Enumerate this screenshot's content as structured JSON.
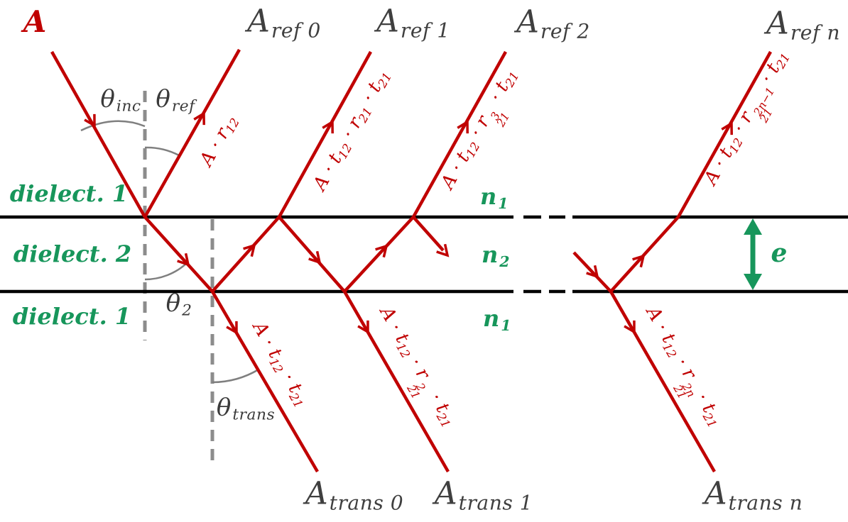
{
  "figure": {
    "title_hint": "Multiple-beam reflection and transmission in a dielectric slab",
    "colors": {
      "ray_red": "#c00000",
      "label_gray": "#3f3f3f",
      "medium_green": "#17965b",
      "interface_black": "#000000",
      "normal_dash_gray": "#8c8c8c",
      "angle_arc_gray": "#7f7f7f"
    }
  },
  "labels": {
    "incident_amplitude": "A",
    "a_ref_0": {
      "base": "A",
      "sub": "ref 0"
    },
    "a_ref_1": {
      "base": "A",
      "sub": "ref 1"
    },
    "a_ref_2": {
      "base": "A",
      "sub": "ref 2"
    },
    "a_ref_n": {
      "base": "A",
      "sub": "ref n"
    },
    "a_trans_0": {
      "base": "A",
      "sub": "trans 0"
    },
    "a_trans_1": {
      "base": "A",
      "sub": "trans 1"
    },
    "a_trans_n": {
      "base": "A",
      "sub": "trans n"
    },
    "theta_inc": {
      "base": "θ",
      "sub": "inc"
    },
    "theta_ref": {
      "base": "θ",
      "sub": "ref"
    },
    "theta_2": {
      "base": "θ",
      "sub": "2"
    },
    "theta_trans": {
      "base": "θ",
      "sub": "trans"
    },
    "n1_top": {
      "base": "n",
      "sub": "1"
    },
    "n2_mid": {
      "base": "n",
      "sub": "2"
    },
    "n1_bottom": {
      "base": "n",
      "sub": "1"
    },
    "medium_top": "dielect. 1",
    "medium_mid": "dielect. 2",
    "medium_bottom": "dielect. 1",
    "thickness": "e"
  },
  "formulas": {
    "ref_0": [
      {
        "t": "A · r"
      },
      {
        "sub": "12"
      }
    ],
    "ref_1": [
      {
        "t": "A · t"
      },
      {
        "sub": "12"
      },
      {
        "t": " · r"
      },
      {
        "sub": "21"
      },
      {
        "t": " · t"
      },
      {
        "sub": "21"
      }
    ],
    "ref_2": [
      {
        "t": "A · t"
      },
      {
        "sub": "12"
      },
      {
        "t": " · r"
      },
      {
        "sup": "3",
        "sub": "21"
      },
      {
        "t": " · t"
      },
      {
        "sub": "21"
      }
    ],
    "ref_n": [
      {
        "t": "A · t"
      },
      {
        "sub": "12"
      },
      {
        "t": " · r"
      },
      {
        "sup": "2n−1",
        "sub": "21"
      },
      {
        "t": " · t"
      },
      {
        "sub": "21"
      }
    ],
    "trans_0": [
      {
        "t": "A · t"
      },
      {
        "sub": "12"
      },
      {
        "t": " · t"
      },
      {
        "sub": "21"
      }
    ],
    "trans_1": [
      {
        "t": "A · t"
      },
      {
        "sub": "12"
      },
      {
        "t": " · r"
      },
      {
        "sup": "2",
        "sub": "21"
      },
      {
        "t": " · t"
      },
      {
        "sub": "21"
      }
    ],
    "trans_n": [
      {
        "t": "A · t"
      },
      {
        "sub": "12"
      },
      {
        "t": " · r"
      },
      {
        "sup": "2n",
        "sub": "21"
      },
      {
        "t": " · t"
      },
      {
        "sub": "21"
      }
    ]
  }
}
